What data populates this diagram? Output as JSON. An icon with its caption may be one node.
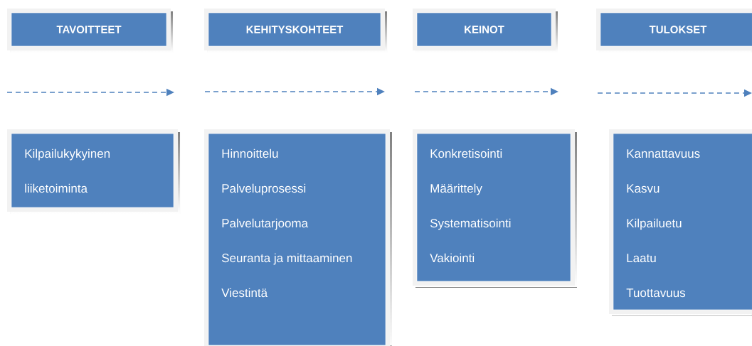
{
  "diagram": {
    "nodes": [
      {
        "text": [
          "TAVOITTEET"
        ]
      },
      {
        "text": [
          "KEHITYSKOHTEET"
        ]
      },
      {
        "text": [
          "KEINOT"
        ]
      },
      {
        "text": [
          "TULOKSET"
        ]
      },
      {
        "text": [
          "Kilpailukykyinen liiketoiminta"
        ]
      },
      {
        "text": [
          "Hinnoittelu",
          "Palveluprosessi",
          "Palvelutarjooma",
          "Seuranta ja mittaaminen",
          "Viestintä"
        ]
      },
      {
        "text": [
          "Konkretisointi",
          "Määrittely",
          "Systematisointi",
          "Vakiointi"
        ]
      },
      {
        "text": [
          "Kannattavuus",
          "Kasvu",
          "Kilpailuetu",
          "Laatu",
          "Tuottavuus"
        ]
      }
    ]
  }
}
